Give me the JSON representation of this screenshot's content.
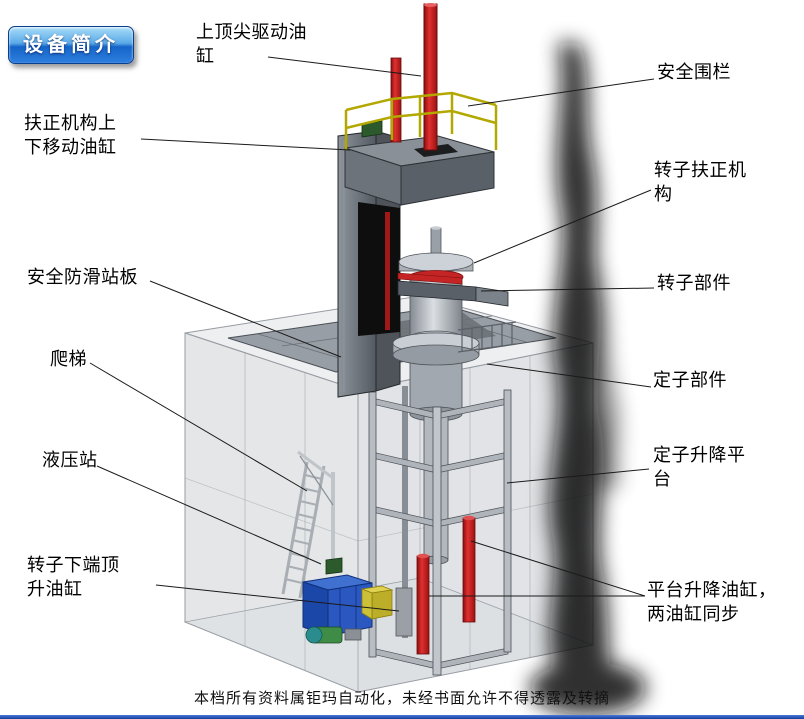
{
  "badge": {
    "label": "设备简介"
  },
  "annotations": [
    {
      "id": "top-drive-cylinder",
      "text": "上顶尖驱动油缸"
    },
    {
      "id": "safety-fence",
      "text": "安全围栏"
    },
    {
      "id": "centering-updown-cylinder",
      "text": "扶正机构上下移动油缸"
    },
    {
      "id": "rotor-centering-mechanism",
      "text": "转子扶正机构"
    },
    {
      "id": "anti-slip-platform",
      "text": "安全防滑站板"
    },
    {
      "id": "rotor-component",
      "text": "转子部件"
    },
    {
      "id": "ladder",
      "text": "爬梯"
    },
    {
      "id": "stator-component",
      "text": "定子部件"
    },
    {
      "id": "hydraulic-station",
      "text": "液压站"
    },
    {
      "id": "stator-lift-platform",
      "text": "定子升降平台"
    },
    {
      "id": "rotor-bottom-jack-cylinder",
      "text": "转子下端顶升油缸"
    },
    {
      "id": "platform-lift-cylinders",
      "text": "平台升降油缸，两油缸同步"
    }
  ],
  "footer": {
    "text": "本档所有资料属钜玛自动化，未经书面允许不得透露及转摘"
  },
  "colors": {
    "badge_blue": "#1565c8",
    "cylinder_red": "#cc1111",
    "railing_yellow": "#b3a800",
    "hydraulic_blue": "#2a58c0",
    "bottom_bar_blue": "#2458c8"
  }
}
